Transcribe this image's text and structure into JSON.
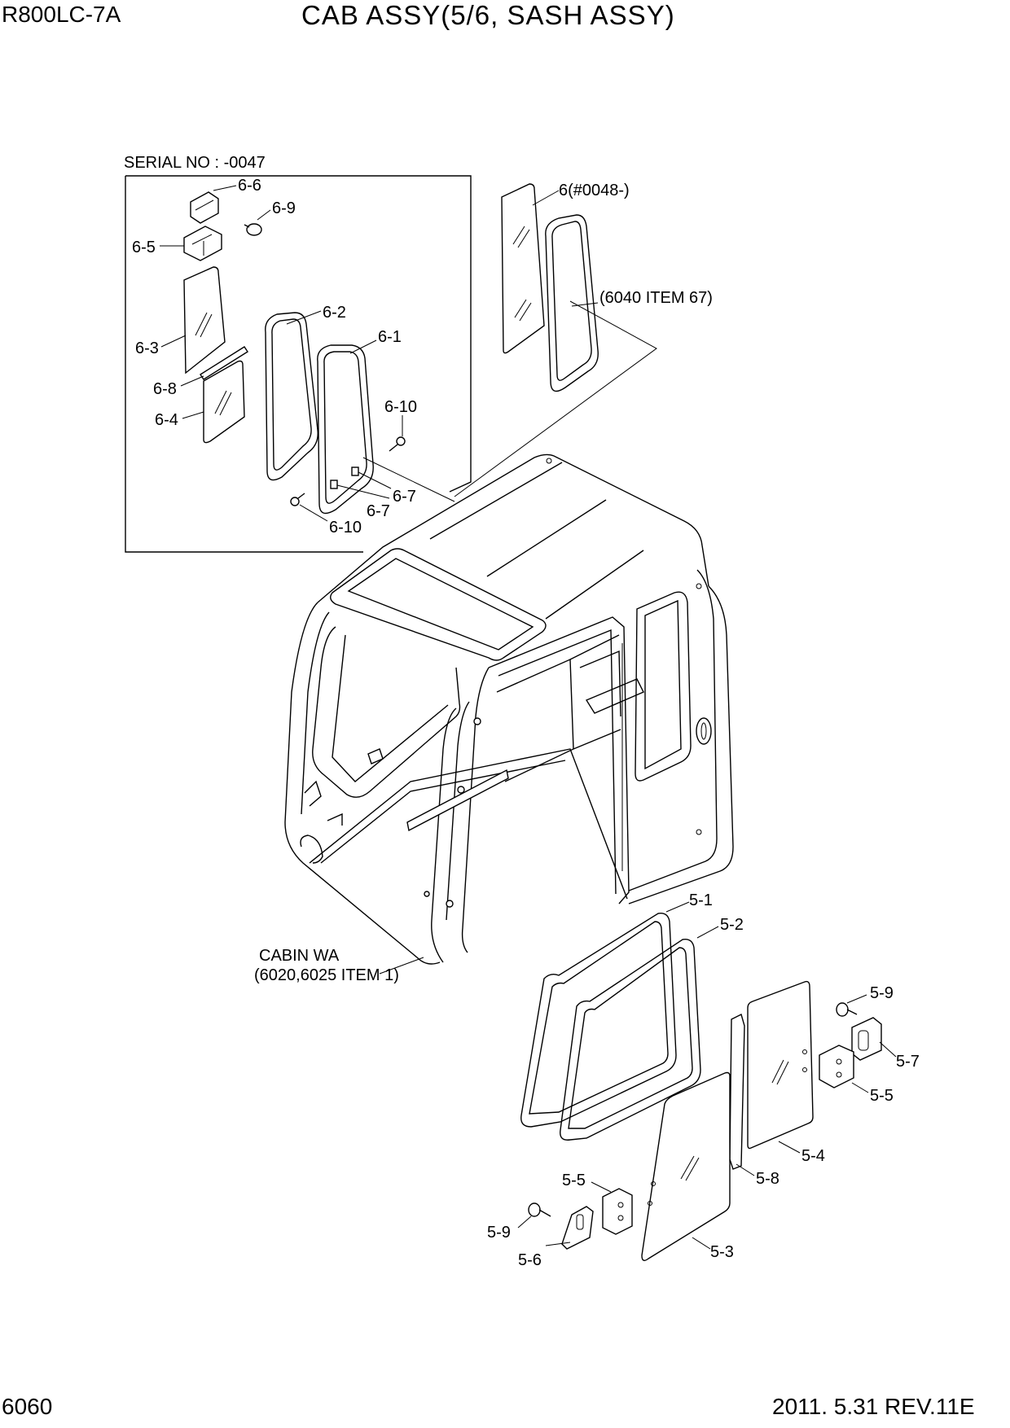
{
  "header": {
    "model": "R800LC-7A",
    "title": "CAB ASSY(5/6, SASH ASSY)"
  },
  "footer": {
    "page": "6060",
    "date_rev": "2011. 5.31  REV.11E"
  },
  "inset": {
    "serial": "SERIAL NO : -0047"
  },
  "notes": {
    "ref_6040": "(6040 ITEM 67)",
    "cabin_wa": "CABIN WA",
    "cabin_ref": "(6020,6025 ITEM 1)"
  },
  "callouts": {
    "c6_0048": "6(#0048-)",
    "c6_6": "6-6",
    "c6_9": "6-9",
    "c6_5": "6-5",
    "c6_3": "6-3",
    "c6_2": "6-2",
    "c6_1": "6-1",
    "c6_8": "6-8",
    "c6_4": "6-4",
    "c6_10a": "6-10",
    "c6_7a": "6-7",
    "c6_7b": "6-7",
    "c6_10b": "6-10",
    "c5_1": "5-1",
    "c5_2": "5-2",
    "c5_9a": "5-9",
    "c5_7": "5-7",
    "c5_5a": "5-5",
    "c5_4": "5-4",
    "c5_8": "5-8",
    "c5_5b": "5-5",
    "c5_9b": "5-9",
    "c5_6": "5-6",
    "c5_3": "5-3"
  }
}
